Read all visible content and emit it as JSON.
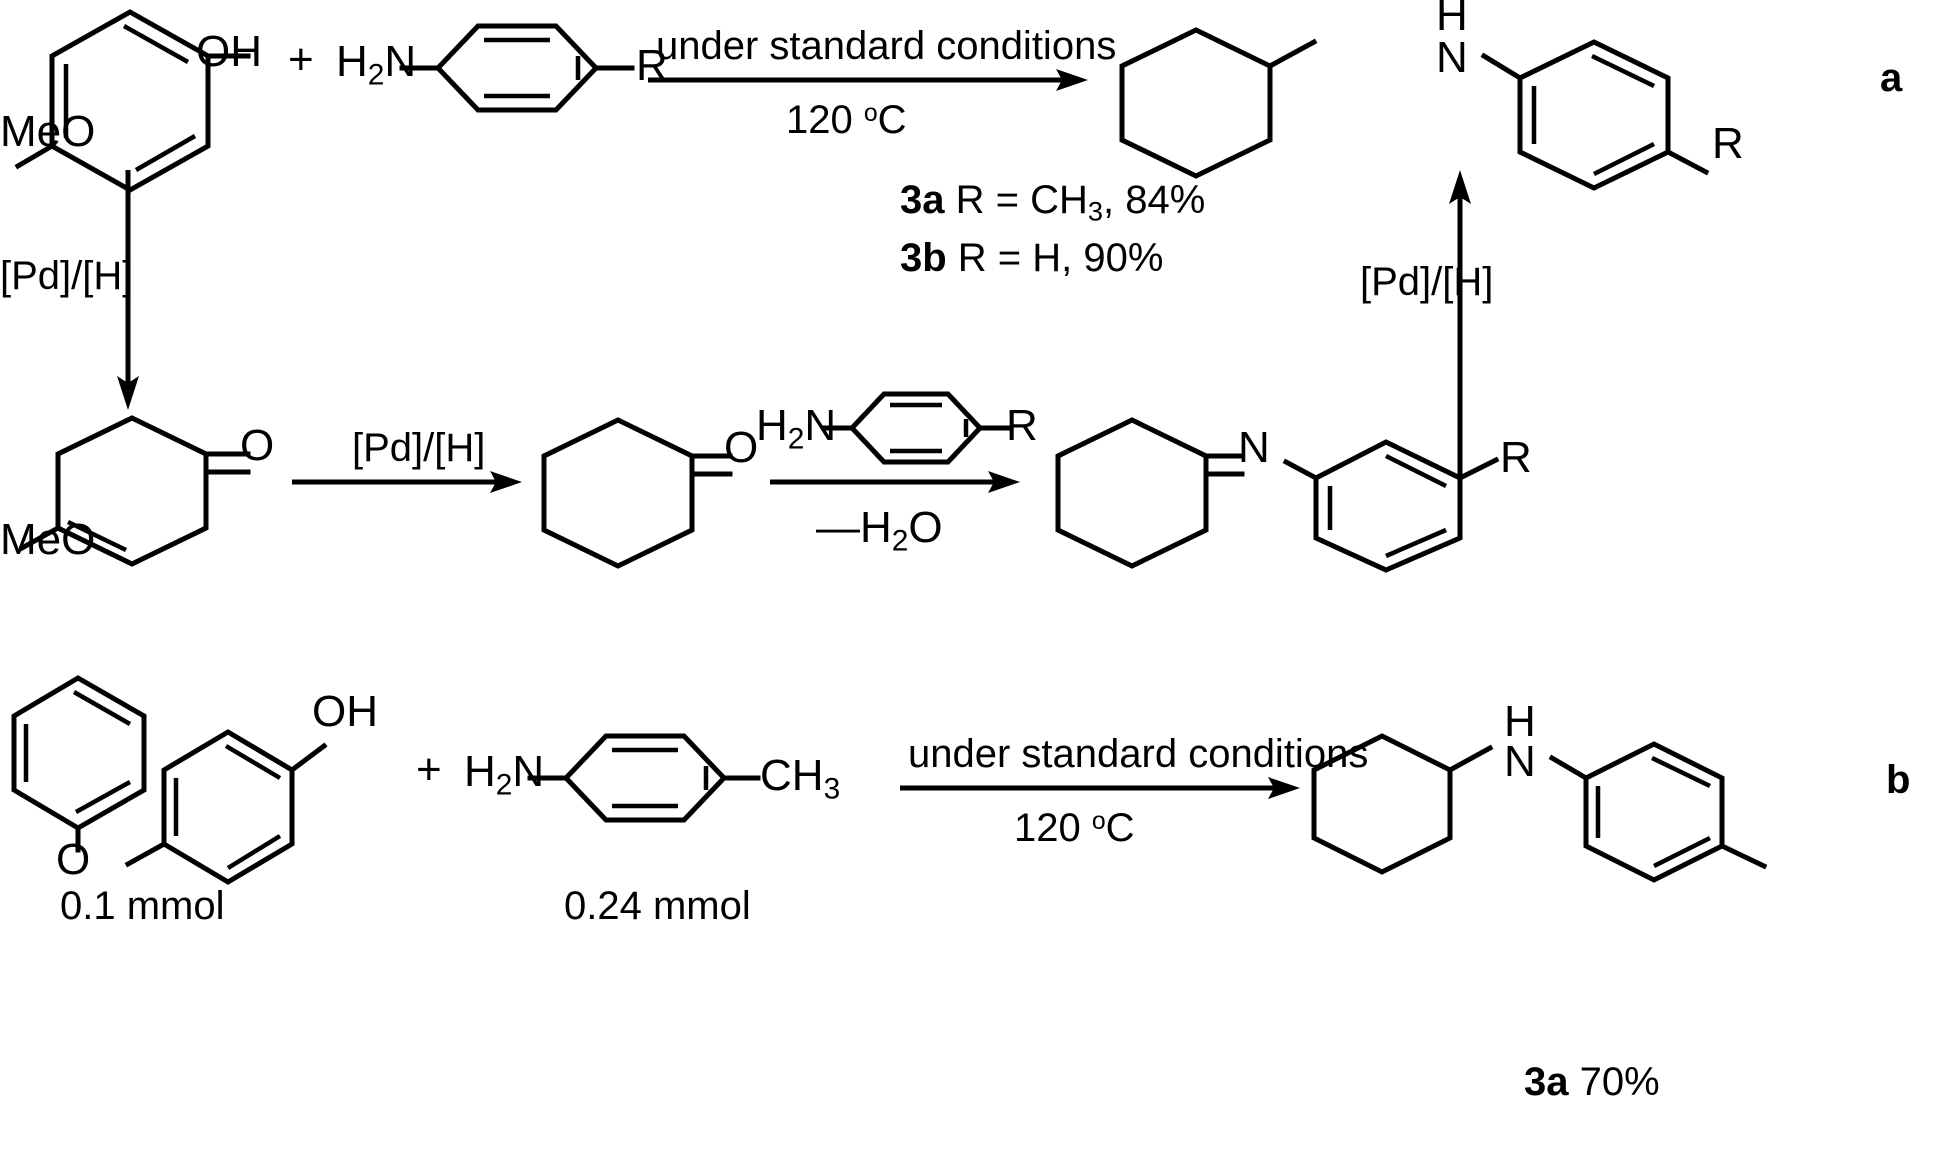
{
  "figure": {
    "panels": [
      "a",
      "b"
    ],
    "panel_a_label": "a",
    "panel_b_label": "b"
  },
  "panel_a": {
    "reactant1": {
      "name": "3-methoxyphenol",
      "labels": {
        "oh": "OH",
        "meo": "MeO"
      }
    },
    "plus_sign": "+",
    "reactant2": {
      "name": "4-substituted aniline",
      "labels": {
        "amine": "H",
        "amine_sub": "2",
        "amine_n": "N",
        "r_group": "R"
      }
    },
    "arrow": {
      "above": "under standard conditions",
      "below_value": "120",
      "below_unit": "o",
      "below_unit2": "C"
    },
    "yields": [
      {
        "tag": "3a",
        "text": " R = CH",
        "sub": "3",
        "rest": ", 84%"
      },
      {
        "tag": "3b",
        "text": " R = H, 90%",
        "sub": "",
        "rest": ""
      }
    ],
    "yield_line_1_tag": "3a",
    "yield_line_1_body": " R = CH",
    "yield_line_1_sub": "3",
    "yield_line_1_tail": ", 84%",
    "yield_line_2_tag": "3b",
    "yield_line_2_body": " R = H, 90%",
    "product": {
      "name": "N-cyclohexyl-4-substituted-aniline",
      "labels": {
        "nh_h": "H",
        "nh_n": "N",
        "r_group": "R"
      }
    },
    "left_arrow_label": "[Pd]/[H]",
    "right_arrow_label": "[Pd]/[H]",
    "intermediate1": {
      "name": "3-methoxycyclohex-2-en-1-one",
      "labels": {
        "meo": "MeO",
        "o": "O"
      }
    },
    "mid_arrow_label": "[Pd]/[H]",
    "intermediate2": {
      "name": "cyclohexanone",
      "labels": {
        "o": "O"
      }
    },
    "condensation_arrow": {
      "above_amine": "H",
      "above_amine_sub": "2",
      "above_amine_n": "N",
      "above_r": "R",
      "below_h": "—H",
      "below_sub": "2",
      "below_o": "O"
    },
    "intermediate3": {
      "name": "N-aryl cyclohexanimine",
      "labels": {
        "n": "N",
        "r_group": "R"
      }
    }
  },
  "panel_b": {
    "reactant1": {
      "name": "3-phenoxyphenol",
      "labels": {
        "oh": "OH",
        "o": "O"
      },
      "quantity": "0.1 mmol"
    },
    "plus_sign": "+",
    "reactant2": {
      "name": "p-toluidine",
      "labels": {
        "amine": "H",
        "amine_sub": "2",
        "amine_n": "N",
        "methyl": "CH",
        "methyl_sub": "3"
      },
      "quantity": "0.24 mmol"
    },
    "arrow": {
      "above": "under standard conditions",
      "below_value": "120",
      "below_unit": "o",
      "below_unit2": "C"
    },
    "product": {
      "name": "N-cyclohexyl-4-methylaniline",
      "labels": {
        "nh_h": "H",
        "nh_n": "N"
      },
      "yield_tag": "3a",
      "yield_value": " 70%"
    }
  },
  "colors": {
    "ink": "#000000",
    "background": "#ffffff"
  }
}
